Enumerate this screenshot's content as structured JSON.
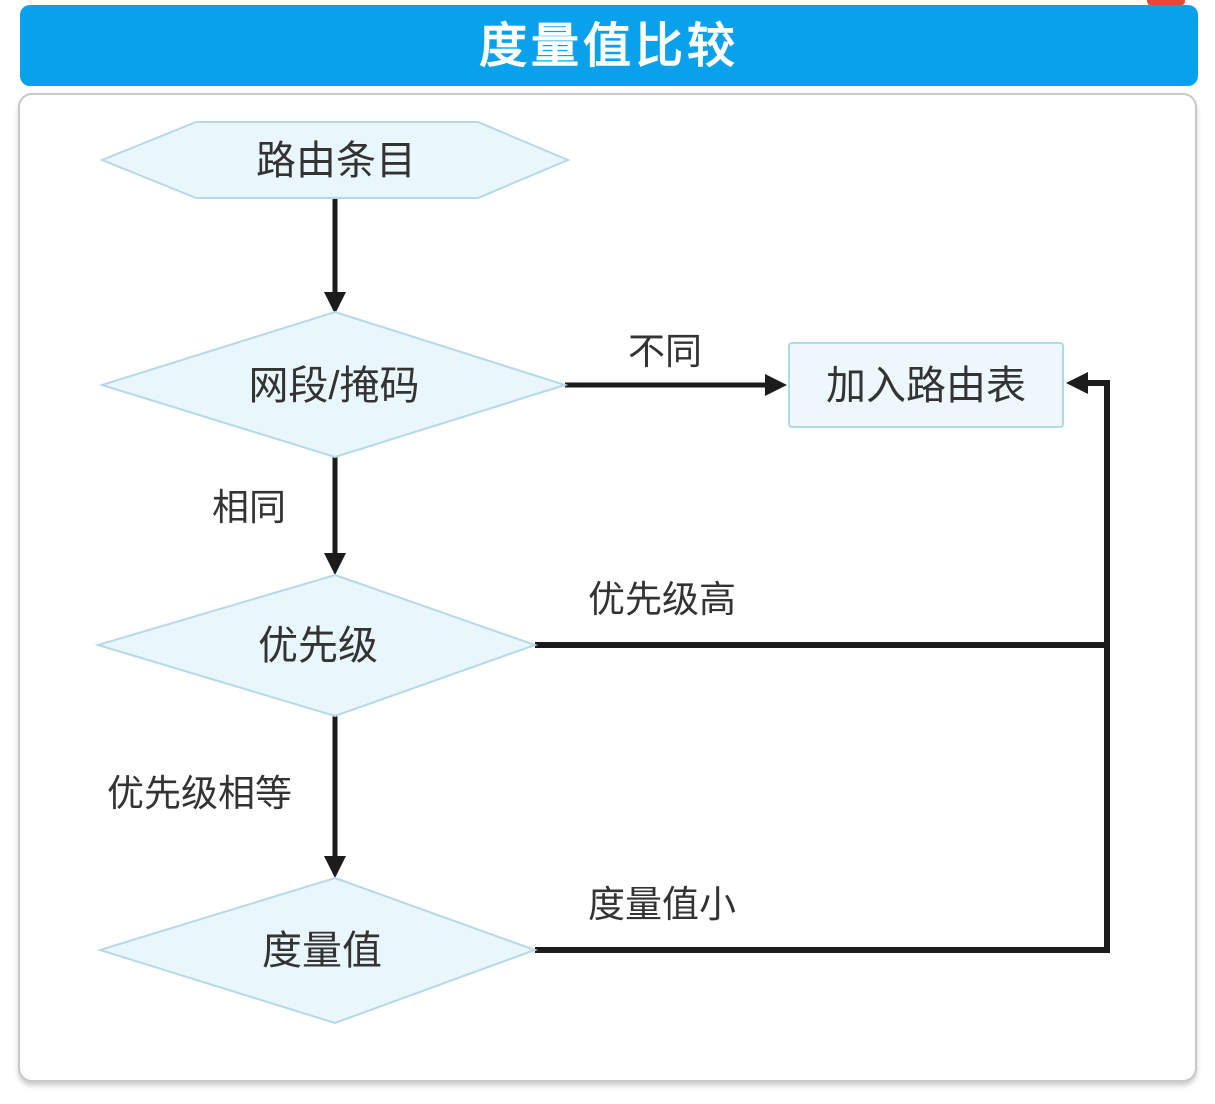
{
  "title": {
    "text": "度量值比较"
  },
  "flowchart": {
    "nodes": [
      {
        "id": "route-entry",
        "type": "hexagon",
        "label": "路由条目"
      },
      {
        "id": "network-mask",
        "type": "diamond",
        "label": "网段/掩码"
      },
      {
        "id": "priority",
        "type": "diamond",
        "label": "优先级"
      },
      {
        "id": "metric",
        "type": "diamond",
        "label": "度量值"
      },
      {
        "id": "add-route-table",
        "type": "rectangle",
        "label": "加入路由表"
      }
    ],
    "edges": [
      {
        "from": "network-mask",
        "to": "add-route-table",
        "label": "不同"
      },
      {
        "from": "network-mask",
        "to": "priority",
        "label": "相同"
      },
      {
        "from": "priority",
        "to": "add-route-table",
        "label": "优先级高"
      },
      {
        "from": "priority",
        "to": "metric",
        "label": "优先级相等"
      },
      {
        "from": "metric",
        "to": "add-route-table",
        "label": "度量值小"
      },
      {
        "from": "route-entry",
        "to": "network-mask",
        "label": ""
      }
    ]
  },
  "colors": {
    "banner_blue": "#0aa1ec",
    "node_fill": "#e9f6fb",
    "node_border": "#b5d9e8",
    "rect_fill": "#eef8fc",
    "rect_border": "#abdaec",
    "connector_black": "#1c1c1c",
    "text_dark": "#333333",
    "title_text": "#ffffff",
    "red_fragment": "#e8463b",
    "panel_border": "#c9c9c9"
  }
}
